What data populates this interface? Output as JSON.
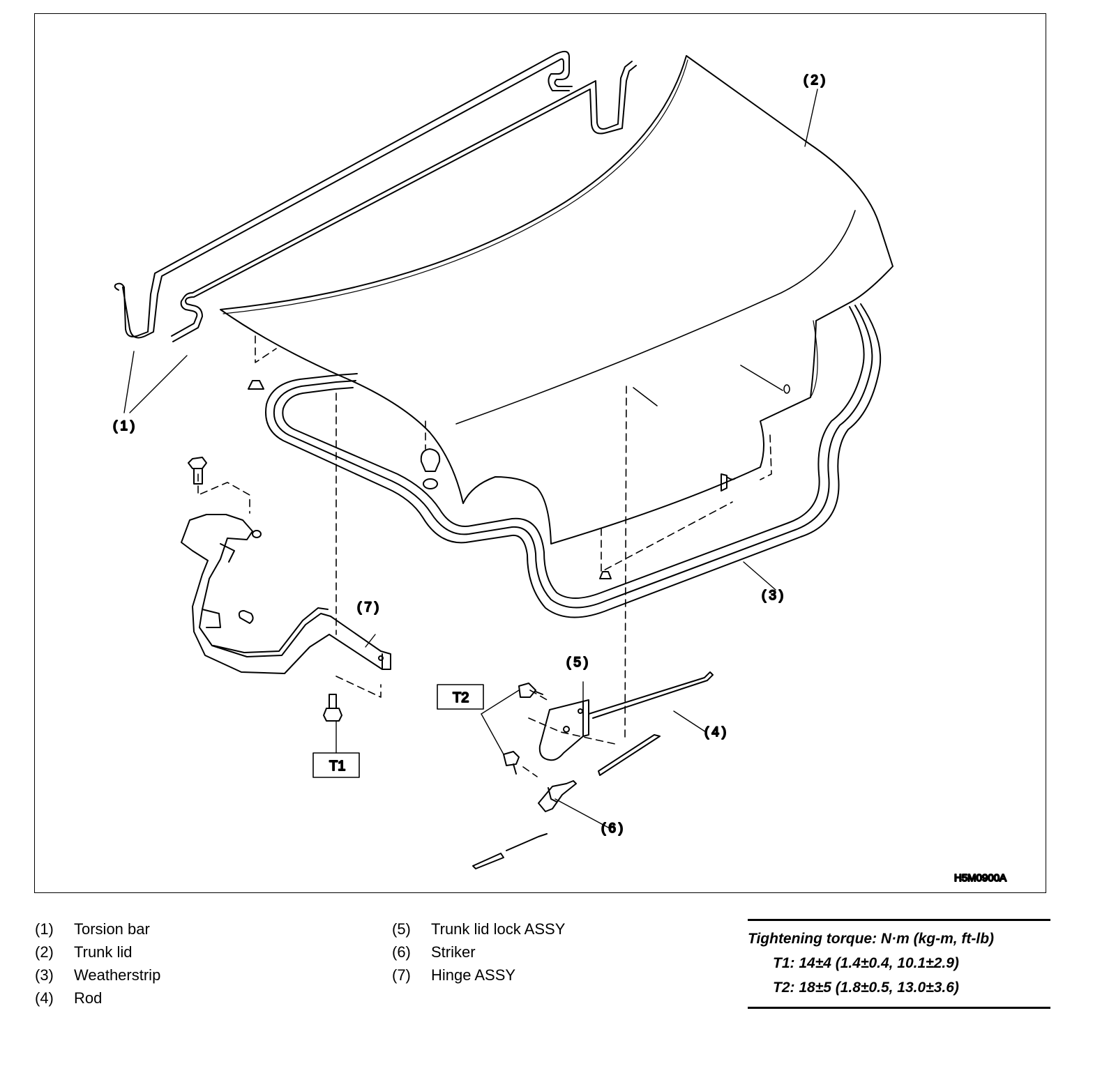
{
  "figure": {
    "callouts": {
      "c1": "(1)",
      "c2": "(2)",
      "c3": "(3)",
      "c4": "(4)",
      "c5": "(5)",
      "c6": "(6)",
      "c7": "(7)"
    },
    "boxes": {
      "t1": "T1",
      "t2": "T2"
    },
    "code": "H5M0900A"
  },
  "legend": [
    {
      "num": "(1)",
      "label": "Torsion bar"
    },
    {
      "num": "(2)",
      "label": "Trunk lid"
    },
    {
      "num": "(3)",
      "label": "Weatherstrip"
    },
    {
      "num": "(4)",
      "label": "Rod"
    },
    {
      "num": "(5)",
      "label": "Trunk lid lock ASSY"
    },
    {
      "num": "(6)",
      "label": "Striker"
    },
    {
      "num": "(7)",
      "label": "Hinge ASSY"
    }
  ],
  "torque": {
    "title": "Tightening torque: N·m (kg-m, ft-lb)",
    "t1": "T1: 14±4 (1.4±0.4, 10.1±2.9)",
    "t2": "T2: 18±5 (1.8±0.5, 13.0±3.6)"
  }
}
